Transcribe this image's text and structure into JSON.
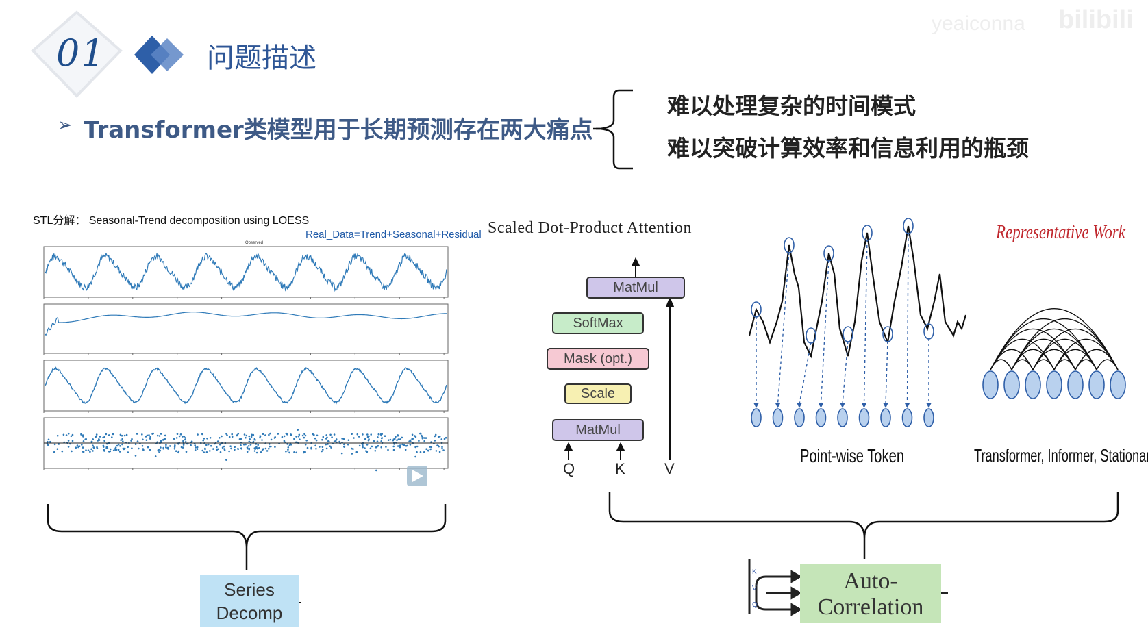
{
  "header": {
    "section_number": "01",
    "section_title": "问题描述"
  },
  "headline": {
    "bullet": "➢",
    "text": "Transformer类模型用于长期预测存在两大痛点"
  },
  "pain_points": [
    "难以处理复杂的时间模式",
    "难以突破计算效率和信息利用的瓶颈"
  ],
  "stl": {
    "title": "STL分解：  Seasonal-Trend decomposition using LOESS",
    "formula": "Real_Data=Trend+Seasonal+Residual"
  },
  "attention": {
    "title": "Scaled Dot-Product Attention",
    "blocks": [
      "MatMul",
      "SoftMax",
      "Mask (opt.)",
      "Scale",
      "MatMul"
    ],
    "inputs": [
      "Q",
      "K",
      "V"
    ],
    "colors": {
      "matmul": "#cfc6ea",
      "softmax": "#c7ecc9",
      "mask": "#f6c9d3",
      "scale": "#f7f0b2"
    }
  },
  "pointwise": {
    "label": "Point-wise Token"
  },
  "representative": {
    "title": "Representative Work",
    "models": "Transformer, Informer, Stationary"
  },
  "modules": {
    "series_decomp": [
      "Series",
      "Decomp"
    ],
    "auto_correlation": [
      "Auto-",
      "Correlation"
    ]
  },
  "watermark": {
    "text": "yeaiconna",
    "logo": "bilibili"
  }
}
